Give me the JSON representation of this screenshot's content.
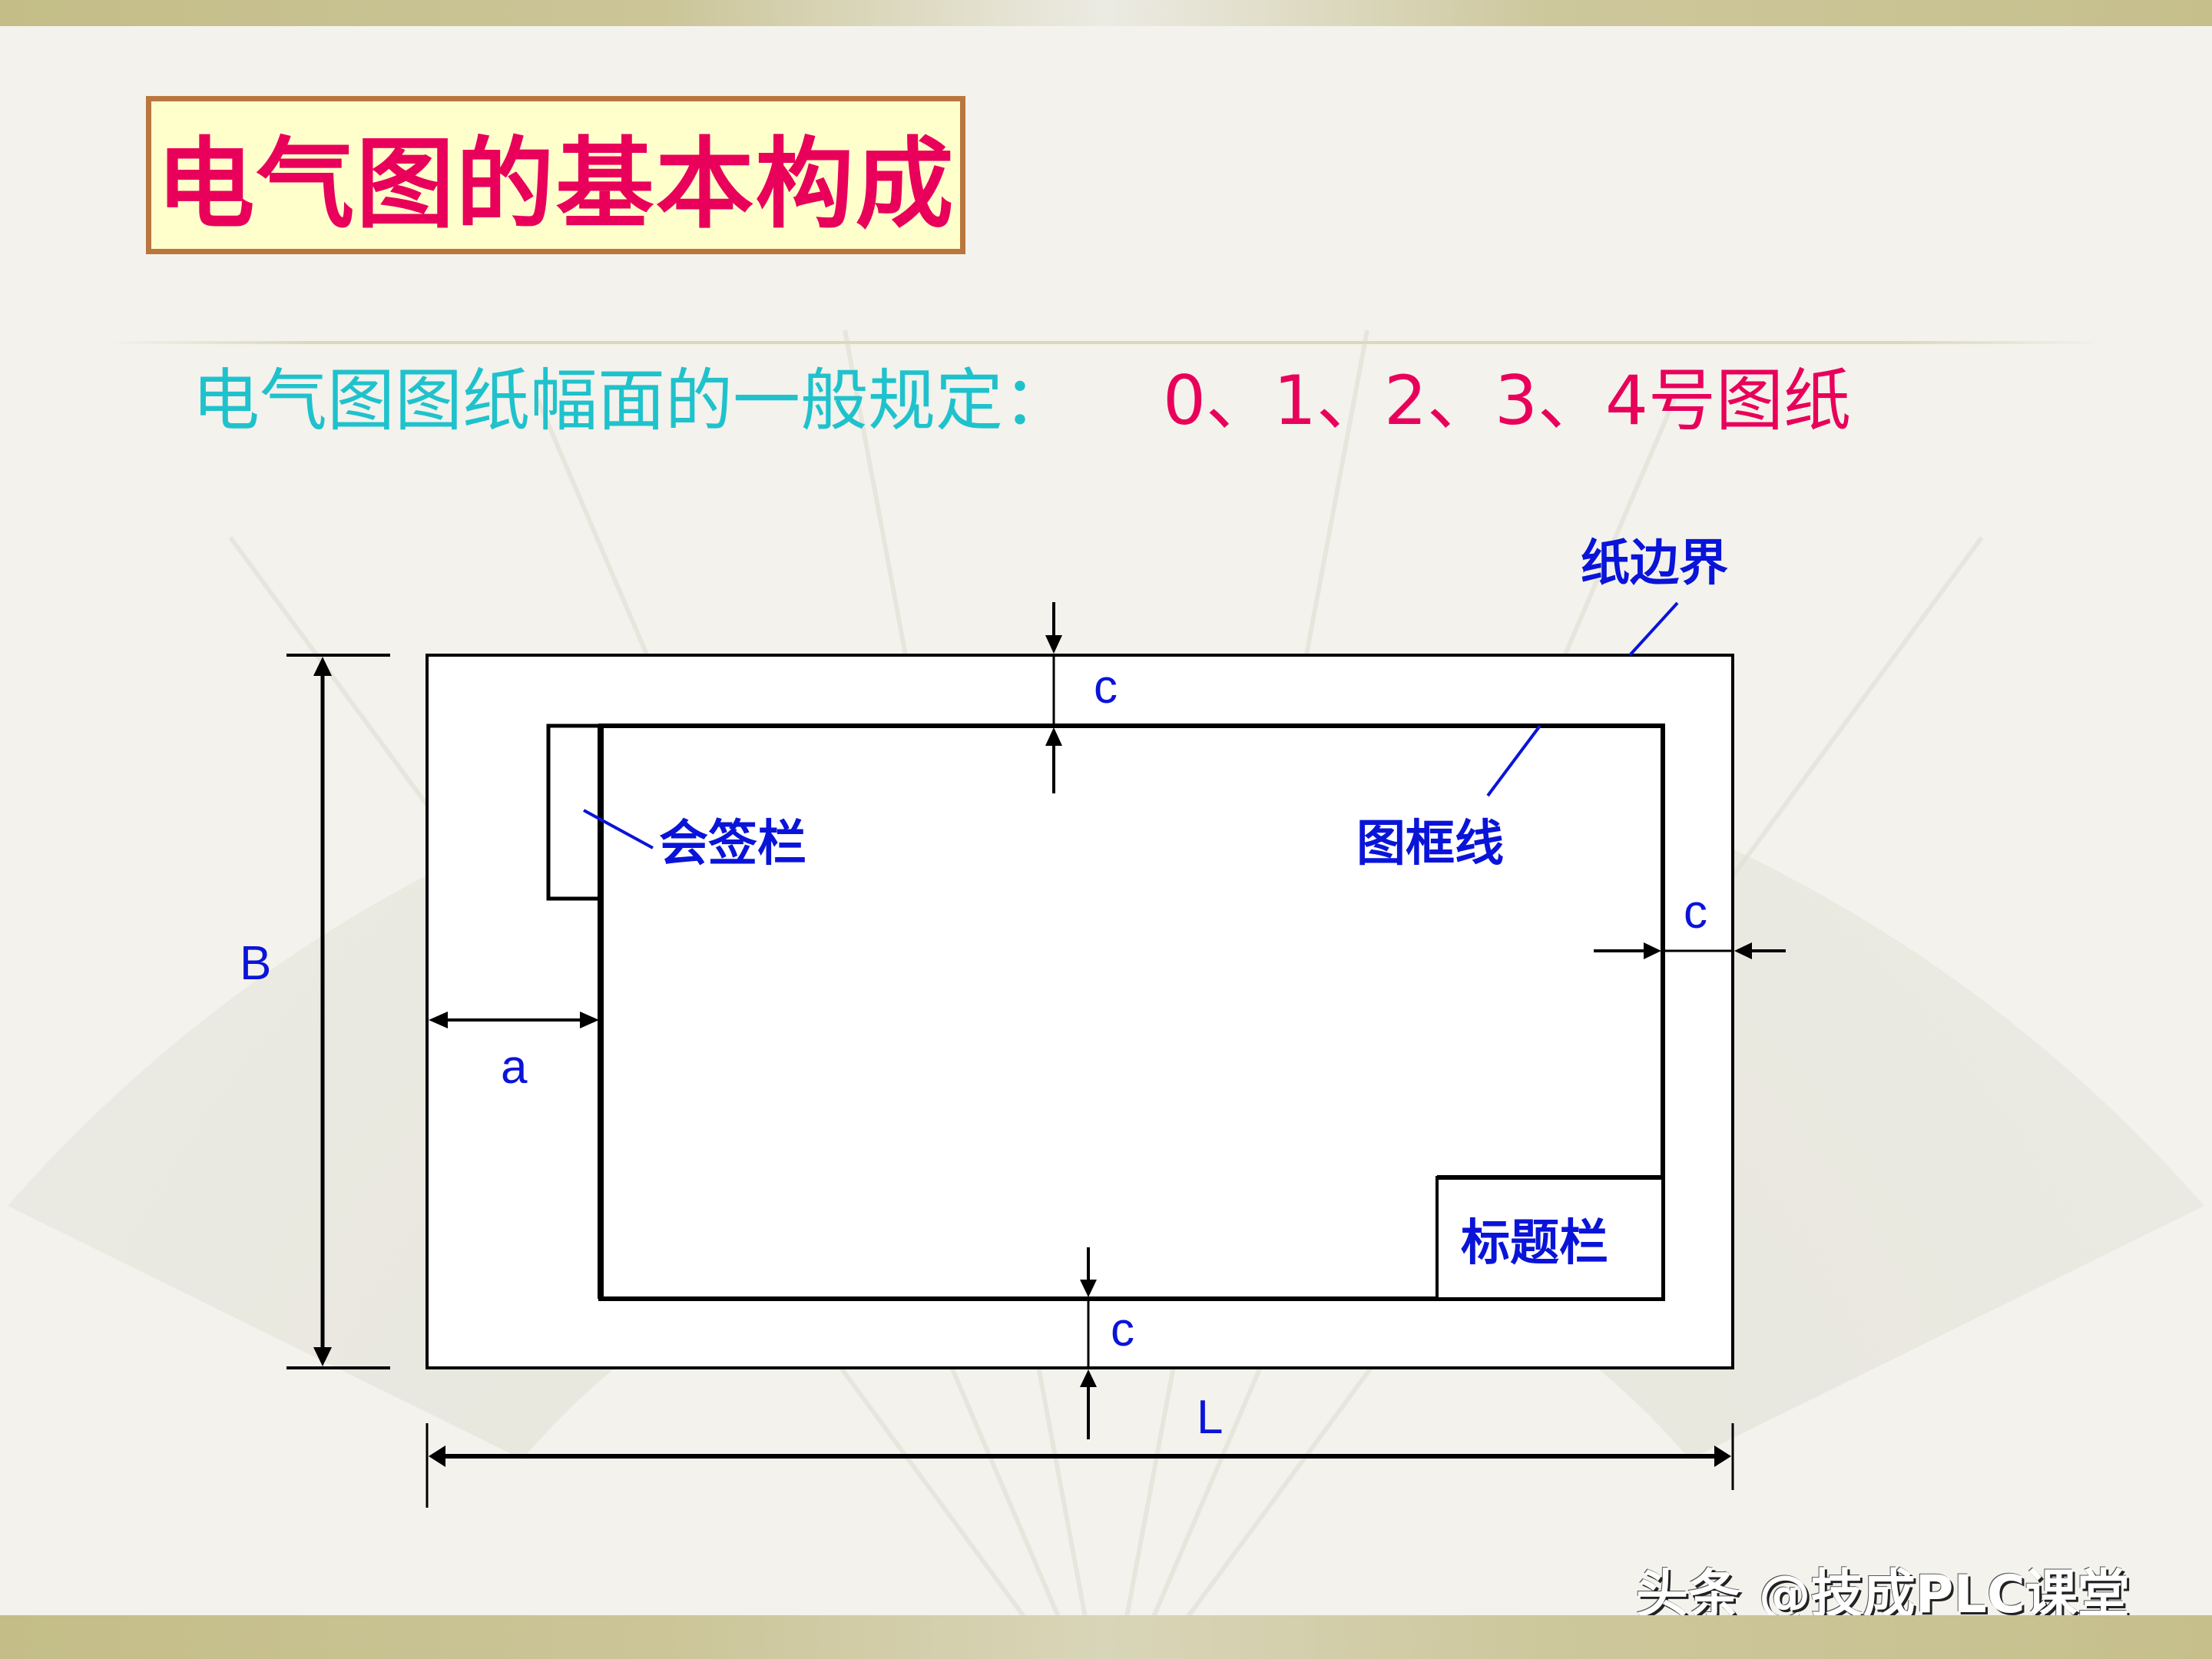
{
  "slide": {
    "title": "电气图的基本构成",
    "subtitle_lead": "电气图图纸幅面的一般规定：",
    "subtitle_sizes": "0、1、2、3、4号图纸",
    "colors": {
      "title_text": "#e8005a",
      "title_bg": "#ffffcc",
      "title_border": "#b9773f",
      "subtitle_lead": "#1fc2cc",
      "subtitle_sizes": "#e8005a",
      "label_blue": "#0a14d8",
      "line_black": "#000000"
    }
  },
  "diagram": {
    "labels": {
      "paper_border": "纸边界",
      "frame_line": "图框线",
      "sign_column": "会签栏",
      "title_block": "标题栏",
      "dim_top_c": "c",
      "dim_right_c": "c",
      "dim_bottom_c": "c",
      "dim_left_a": "a",
      "dim_height_B": "B",
      "dim_length_L": "L"
    }
  },
  "watermark": {
    "text": "头条 @技成PLC课堂"
  }
}
